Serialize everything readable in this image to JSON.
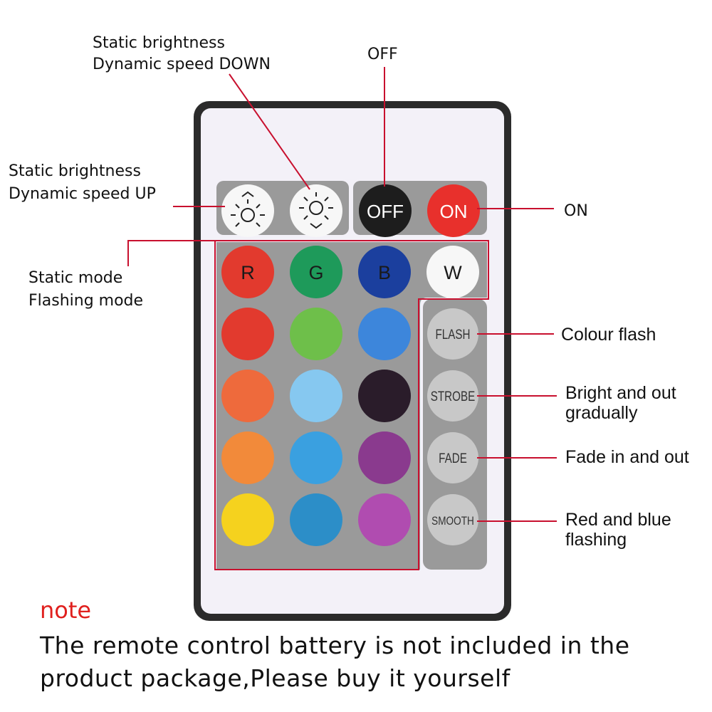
{
  "labels": {
    "down_line1": "Static brightness",
    "down_line2": "Dynamic speed DOWN",
    "off": "OFF",
    "up_line1": "Static brightness",
    "up_line2": "Dynamic speed UP",
    "on": "ON",
    "mode_line1": "Static mode",
    "mode_line2": "Flashing mode",
    "flash_desc": "Colour flash",
    "strobe_desc_line1": "Bright and out",
    "strobe_desc_line2": "gradually",
    "fade_desc": "Fade in and out",
    "smooth_desc_line1": "Red and blue",
    "smooth_desc_line2": "flashing"
  },
  "buttons": {
    "off": "OFF",
    "on": "ON",
    "r": "R",
    "g": "G",
    "b": "B",
    "w": "W",
    "flash": "FLASH",
    "strobe": "STROBE",
    "fade": "FADE",
    "smooth": "SMOOTH"
  },
  "colors": {
    "accent_line": "#c8102e",
    "grid": [
      [
        "#e23a2e",
        "#6ebf4a",
        "#3d86db"
      ],
      [
        "#ee6a3c",
        "#86c8f0",
        "#2a1c2a"
      ],
      [
        "#f28a3a",
        "#3aa0e0",
        "#8a3a8e"
      ],
      [
        "#f5d21e",
        "#2c8ec8",
        "#b04cb0"
      ]
    ]
  },
  "note": {
    "title": "note",
    "text": "The remote control battery is not included in the product package,Please buy it yourself"
  }
}
